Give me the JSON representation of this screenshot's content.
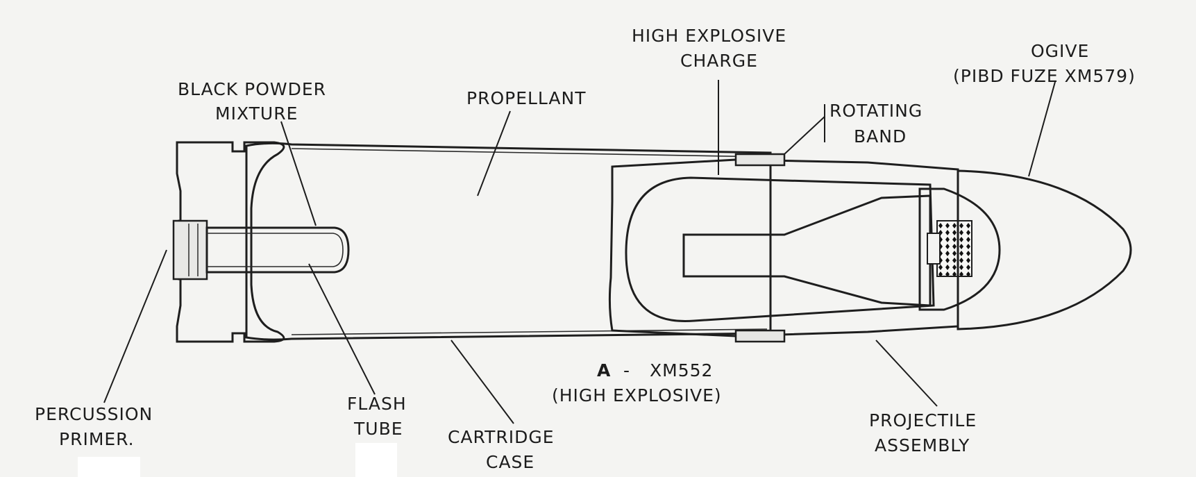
{
  "labels": {
    "percussion_primer": [
      "PERCUSSION",
      "PRIMER."
    ],
    "black_powder": [
      "BLACK POWDER",
      "MIXTURE"
    ],
    "flash_tube": [
      "FLASH",
      "TUBE"
    ],
    "cartridge_case": [
      "CARTRIDGE",
      "CASE"
    ],
    "propellant": [
      "PROPELLANT"
    ],
    "high_explosive_charge": [
      "HIGH EXPLOSIVE",
      "CHARGE"
    ],
    "rotating_band": [
      "ROTATING",
      "BAND"
    ],
    "ogive": [
      "OGIVE",
      "(PIBD FUZE XM579)"
    ],
    "projectile_assembly": [
      "PROJECTILE",
      "ASSEMBLY"
    ]
  },
  "caption": {
    "letter": "A",
    "separator": "-",
    "model": "XM552",
    "type": "(HIGH EXPLOSIVE)"
  },
  "colors": {
    "background": "#f4f4f2",
    "ink": "#1c1c1c"
  }
}
